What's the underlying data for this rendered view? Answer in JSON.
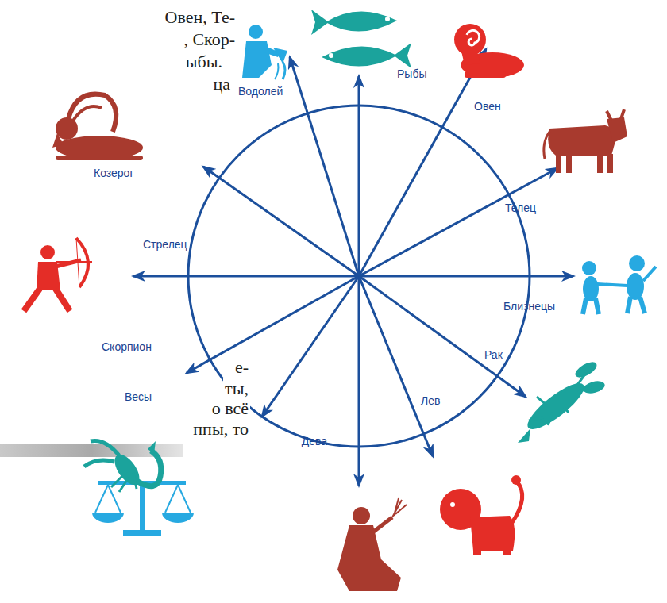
{
  "diagram": {
    "labels": [
      "Овен, Те-",
      ", Скор-",
      "ыбы.",
      "ца",
      "Рыбы",
      "Водолей",
      "Овен",
      "Козерог",
      "Телец",
      "Стрелец",
      "Близнецы",
      "Скорпион",
      "Рак",
      "Весы",
      "Лев",
      "Дева",
      "е-",
      "ты,",
      "о всё",
      "ппы, то"
    ]
  }
}
